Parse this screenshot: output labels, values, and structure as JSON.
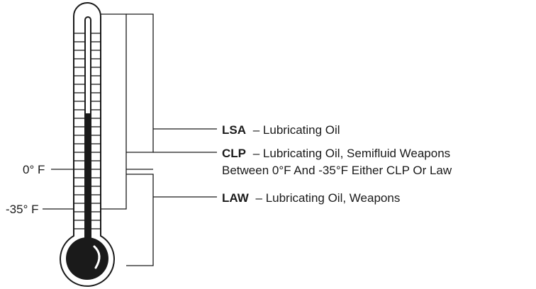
{
  "temperature_marks": [
    {
      "label": "0° F"
    },
    {
      "label": "-35° F"
    }
  ],
  "legend": [
    {
      "code": "LSA",
      "desc": "– Lubricating Oil"
    },
    {
      "code": "CLP",
      "desc": "– Lubricating Oil, Semifluid Weapons"
    },
    {
      "code": "LAW",
      "desc": "– Lubricating Oil, Weapons"
    }
  ],
  "note": "Between 0°F And -35°F Either CLP Or Law",
  "colors": {
    "ink": "#1a1a1a",
    "background": "#ffffff"
  }
}
